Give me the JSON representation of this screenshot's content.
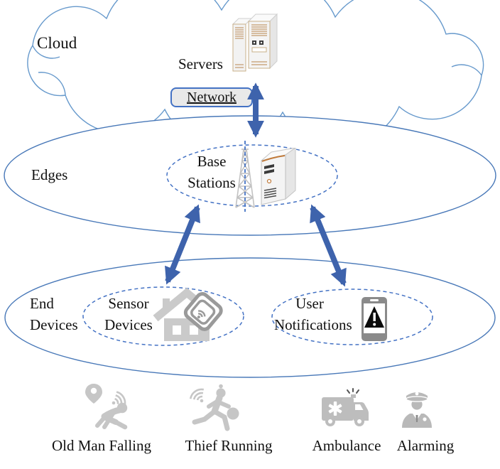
{
  "cloud_layer": {
    "label": "Cloud",
    "servers_label": "Servers"
  },
  "network_label": "Network",
  "edges_layer": {
    "label": "Edges",
    "base_line1": "Base",
    "base_line2": "Stations"
  },
  "end_layer": {
    "line1": "End",
    "line2": "Devices",
    "sensor_line1": "Sensor",
    "sensor_line2": "Devices",
    "user_line1": "User",
    "user_line2": "Notifications"
  },
  "scenarios": [
    {
      "label": "Old Man Falling",
      "icon": "old-man-falling-icon"
    },
    {
      "label": "Thief Running",
      "icon": "thief-running-icon"
    },
    {
      "label": "Ambulance",
      "icon": "ambulance-icon"
    },
    {
      "label": "Alarming",
      "icon": "police-officer-icon"
    }
  ],
  "colors": {
    "arrow": "#3E63AC",
    "solid_ellipse_stroke": "#4878B8",
    "dashed_ellipse_stroke": "#4472C4",
    "cloud_stroke": "#6699CC",
    "icon_gray": "#C6C6C6",
    "network_fill": "#E9E9E9",
    "server_accent_tan": "#C49A6C"
  }
}
